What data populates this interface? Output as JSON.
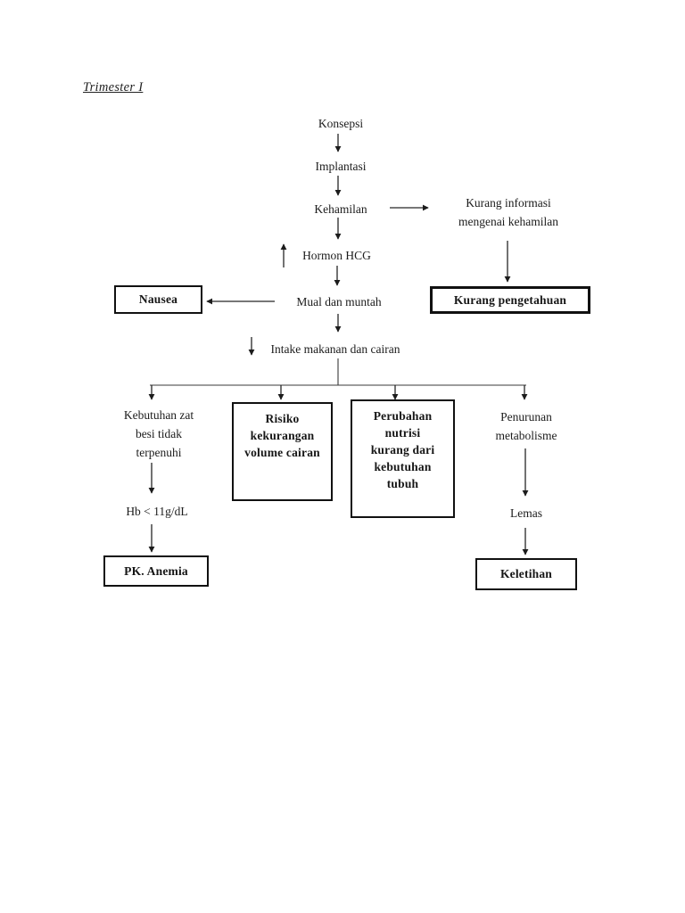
{
  "flow": {
    "title": "Trimester I",
    "nodes": {
      "konsepsi": {
        "label": "Konsepsi"
      },
      "implantasi": {
        "label": "Implantasi"
      },
      "kehamilan": {
        "label": "Kehamilan"
      },
      "kurang_informasi": {
        "lines": [
          "Kurang informasi",
          "mengenai kehamilan"
        ]
      },
      "hormon_hcg": {
        "label": "Hormon HCG",
        "indicator": "increase-arrow"
      },
      "mual_dan_muntah": {
        "label": "Mual dan muntah"
      },
      "intake_makanan": {
        "label": "Intake makanan dan cairan",
        "indicator": "decrease-arrow"
      },
      "kebutuhan_zat_besi": {
        "lines": [
          "Kebutuhan zat",
          "besi tidak",
          "terpenuhi"
        ]
      },
      "hb": {
        "label": "Hb < 11g/dL"
      },
      "penurunan_metabolisme": {
        "lines": [
          "Penurunan",
          "metabolisme"
        ]
      },
      "lemas": {
        "label": "Lemas"
      }
    },
    "outcome_boxes": {
      "nausea": {
        "label": "Nausea"
      },
      "kurang_pengetahuan": {
        "label": "Kurang pengetahuan"
      },
      "risiko_kekurangan_volume_cairan": {
        "lines": [
          "Risiko",
          "kekurangan",
          "volume cairan"
        ]
      },
      "perubahan_nutrisi": {
        "lines": [
          "Perubahan",
          "nutrisi",
          "kurang dari",
          "kebutuhan",
          "tubuh"
        ]
      },
      "pk_anemia": {
        "label": "PK. Anemia"
      },
      "keletihan": {
        "label": "Keletihan"
      }
    },
    "edges": [
      {
        "from": "Konsepsi",
        "to": "Implantasi"
      },
      {
        "from": "Implantasi",
        "to": "Kehamilan"
      },
      {
        "from": "Kehamilan",
        "to": "Hormon HCG"
      },
      {
        "from": "Kehamilan",
        "to": "Kurang informasi mengenai kehamilan"
      },
      {
        "from": "Kurang informasi mengenai kehamilan",
        "to": "Kurang pengetahuan"
      },
      {
        "from": "Hormon HCG",
        "to": "Mual dan muntah"
      },
      {
        "from": "Mual dan muntah",
        "to": "Nausea"
      },
      {
        "from": "Mual dan muntah",
        "to": "Intake makanan dan cairan"
      },
      {
        "from": "Intake makanan dan cairan",
        "to": "Kebutuhan zat besi tidak terpenuhi"
      },
      {
        "from": "Intake makanan dan cairan",
        "to": "Risiko kekurangan volume cairan"
      },
      {
        "from": "Intake makanan dan cairan",
        "to": "Perubahan nutrisi kurang dari kebutuhan tubuh"
      },
      {
        "from": "Intake makanan dan cairan",
        "to": "Penurunan metabolisme"
      },
      {
        "from": "Kebutuhan zat besi tidak terpenuhi",
        "to": "Hb < 11g/dL"
      },
      {
        "from": "Hb < 11g/dL",
        "to": "PK. Anemia"
      },
      {
        "from": "Penurunan metabolisme",
        "to": "Lemas"
      },
      {
        "from": "Lemas",
        "to": "Keletihan"
      }
    ],
    "colors": {
      "line": "#262626",
      "text": "#1c1c1c",
      "box_border": "#111111",
      "background": "#ffffff"
    }
  }
}
